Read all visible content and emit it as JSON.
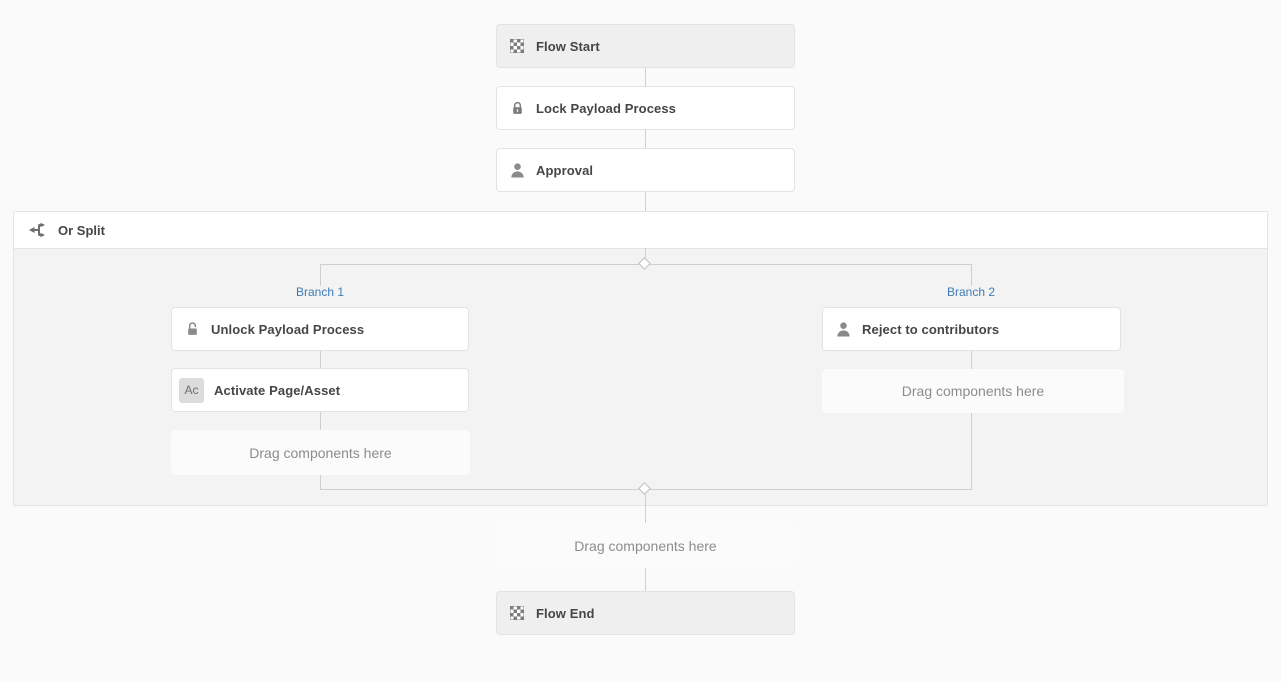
{
  "workflow": {
    "flow_start": {
      "label": "Flow Start",
      "icon": "checkerboard-icon"
    },
    "lock_payload": {
      "label": "Lock Payload Process",
      "icon": "lock-icon"
    },
    "approval": {
      "label": "Approval",
      "icon": "user-icon"
    },
    "or_split": {
      "label": "Or Split",
      "icon": "split-icon"
    },
    "branch1": {
      "label": "Branch 1",
      "unlock_payload": {
        "label": "Unlock Payload Process",
        "icon": "unlock-icon"
      },
      "activate_page": {
        "label": "Activate Page/Asset",
        "badge": "Ac"
      },
      "dropzone": "Drag components here"
    },
    "branch2": {
      "label": "Branch 2",
      "reject": {
        "label": "Reject to contributors",
        "icon": "user-icon"
      },
      "dropzone": "Drag components here"
    },
    "bottom_dropzone": "Drag components here",
    "flow_end": {
      "label": "Flow End",
      "icon": "checkerboard-icon"
    }
  },
  "colors": {
    "canvas_bg": "#fafafa",
    "split_body_bg": "#f3f3f3",
    "split_header_bg": "#ffffff",
    "node_bg": "#ffffff",
    "terminal_node_bg": "#efefef",
    "node_border": "#e3e3e3",
    "connector": "#cfcfcf",
    "branch_label": "#3f7cb6",
    "node_label": "#464646",
    "dropzone_bg": "#fbfbfb",
    "dropzone_text": "#8c8c8c",
    "icon_gray": "#7d7d7d"
  }
}
